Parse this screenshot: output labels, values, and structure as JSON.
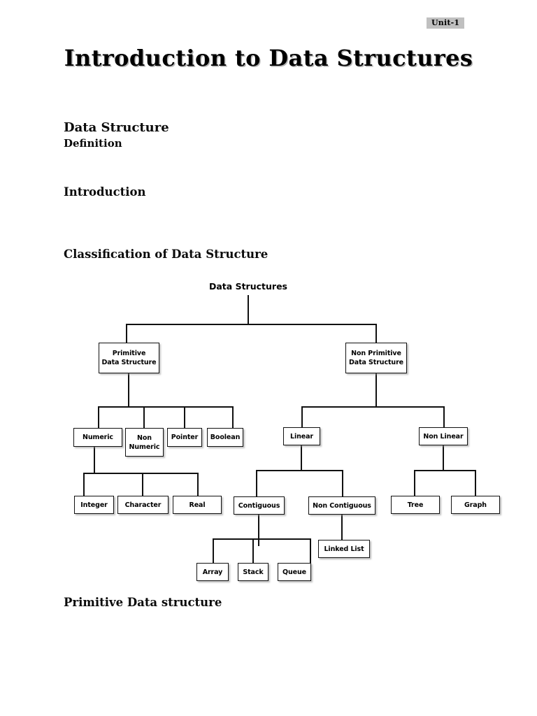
{
  "document": {
    "unit_badge": "Unit-1",
    "title": "Introduction to Data Structures",
    "headings": {
      "data_structure": "Data Structure",
      "definition": "Definition",
      "introduction": "Introduction",
      "classification": "Classification of Data Structure",
      "primitive_data_structure": "Primitive Data structure"
    }
  },
  "diagram": {
    "root": "Data Structures",
    "nodes": {
      "primitive": {
        "line1": "Primitive",
        "line2": "Data Structure"
      },
      "non_primitive": {
        "line1": "Non Primitive",
        "line2": "Data Structure"
      },
      "numeric": "Numeric",
      "non_numeric": {
        "line1": "Non",
        "line2": "Numeric"
      },
      "pointer": "Pointer",
      "boolean": "Boolean",
      "linear": "Linear",
      "non_linear": "Non Linear",
      "integer": "Integer",
      "character": "Character",
      "real": "Real",
      "contiguous": "Contiguous",
      "non_contiguous": "Non Contiguous",
      "tree": "Tree",
      "graph": "Graph",
      "linked_list": "Linked List",
      "array": "Array",
      "stack": "Stack",
      "queue": "Queue"
    }
  }
}
